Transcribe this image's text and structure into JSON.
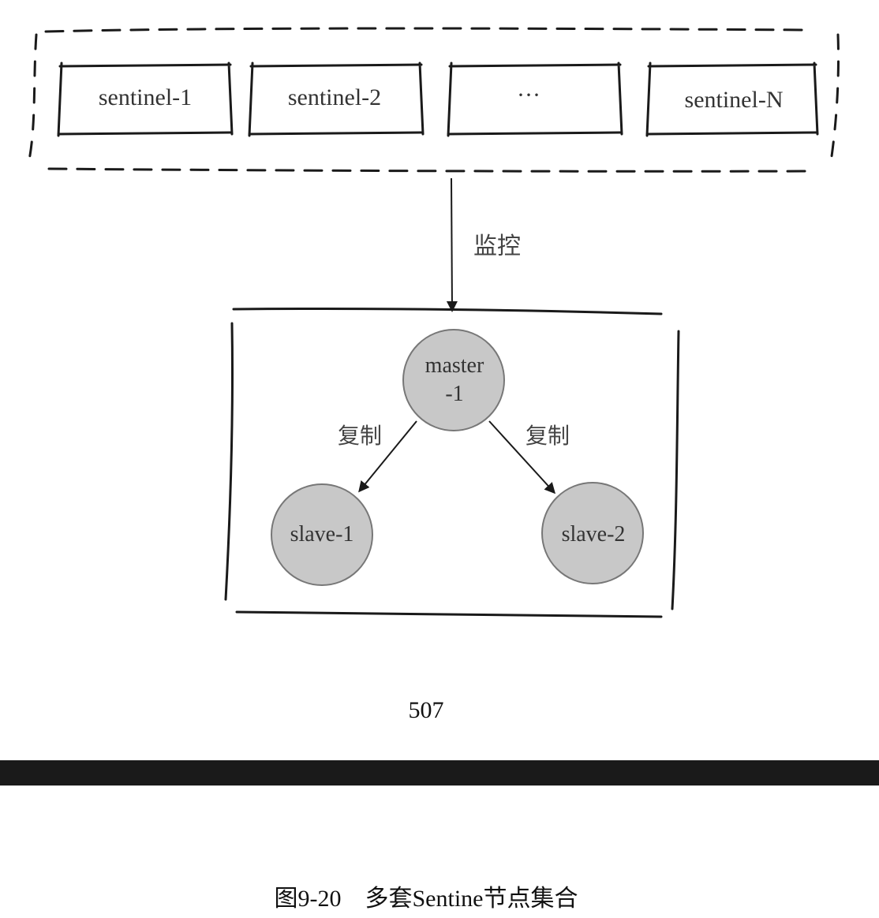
{
  "sentinel_group": {
    "nodes": [
      {
        "label": "sentinel-1"
      },
      {
        "label": "sentinel-2"
      },
      {
        "label": "···"
      },
      {
        "label": "sentinel-N"
      }
    ]
  },
  "monitor_arrow": {
    "label": "监控"
  },
  "replication_group": {
    "master": {
      "line1": "master",
      "line2": "-1"
    },
    "slaves": [
      {
        "label": "slave-1"
      },
      {
        "label": "slave-2"
      }
    ],
    "edge_labels": [
      "复制",
      "复制"
    ]
  },
  "colors": {
    "node_fill": "#c8c8c8",
    "node_stroke": "#777777",
    "line": "#1a1a1a",
    "bar": "#1a1a1a"
  },
  "page_number": "507",
  "caption": "图9-20    多套Sentine节点集合"
}
